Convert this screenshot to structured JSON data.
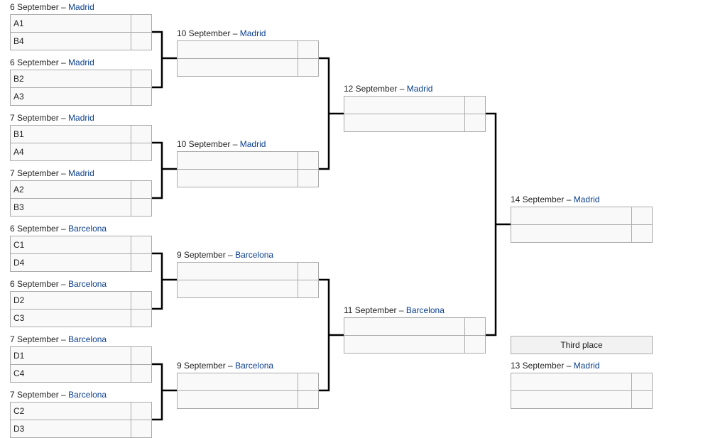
{
  "round_of_16": [
    {
      "date": "6 September",
      "sep": "–",
      "city": "Madrid",
      "teams": [
        "A1",
        "B4"
      ]
    },
    {
      "date": "6 September",
      "sep": "–",
      "city": "Madrid",
      "teams": [
        "B2",
        "A3"
      ]
    },
    {
      "date": "7 September",
      "sep": "–",
      "city": "Madrid",
      "teams": [
        "B1",
        "A4"
      ]
    },
    {
      "date": "7 September",
      "sep": "–",
      "city": "Madrid",
      "teams": [
        "A2",
        "B3"
      ]
    },
    {
      "date": "6 September",
      "sep": "–",
      "city": "Barcelona",
      "teams": [
        "C1",
        "D4"
      ]
    },
    {
      "date": "6 September",
      "sep": "–",
      "city": "Barcelona",
      "teams": [
        "D2",
        "C3"
      ]
    },
    {
      "date": "7 September",
      "sep": "–",
      "city": "Barcelona",
      "teams": [
        "D1",
        "C4"
      ]
    },
    {
      "date": "7 September",
      "sep": "–",
      "city": "Barcelona",
      "teams": [
        "C2",
        "D3"
      ]
    }
  ],
  "quarterfinals": [
    {
      "date": "10 September",
      "sep": "–",
      "city": "Madrid"
    },
    {
      "date": "10 September",
      "sep": "–",
      "city": "Madrid"
    },
    {
      "date": "9 September",
      "sep": "–",
      "city": "Barcelona"
    },
    {
      "date": "9 September",
      "sep": "–",
      "city": "Barcelona"
    }
  ],
  "semifinals": [
    {
      "date": "12 September",
      "sep": "–",
      "city": "Madrid"
    },
    {
      "date": "11 September",
      "sep": "–",
      "city": "Barcelona"
    }
  ],
  "final": {
    "date": "14 September",
    "sep": "–",
    "city": "Madrid"
  },
  "third_place": {
    "header": "Third place",
    "date": "13 September",
    "sep": "–",
    "city": "Madrid"
  }
}
